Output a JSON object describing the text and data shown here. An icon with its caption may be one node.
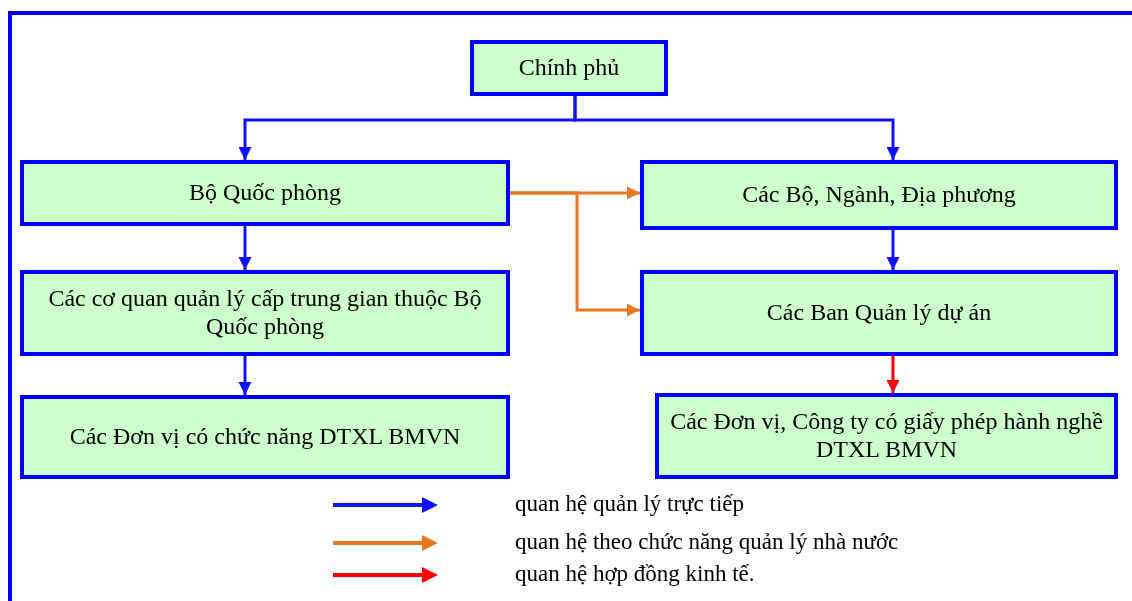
{
  "diagram": {
    "nodes": [
      {
        "text": [
          "Chính phủ"
        ]
      },
      {
        "text": [
          "Bộ Quốc phòng"
        ]
      },
      {
        "text": [
          "Các Bộ, Ngành, Địa phương"
        ]
      },
      {
        "text": [
          "Các cơ quan quản lý cấp trung gian thuộc Bộ Quốc phòng"
        ]
      },
      {
        "text": [
          "Các Ban Quản lý dự án"
        ]
      },
      {
        "text": [
          "Các Đơn vị có chức  năng DTXL BMVN"
        ]
      },
      {
        "text": [
          "Các Đơn vị, Công ty có giấy phép hành nghề DTXL BMVN"
        ]
      }
    ],
    "edges": [
      {
        "from": 0,
        "to": 1,
        "arrow": "to"
      },
      {
        "from": 0,
        "to": 2,
        "arrow": "to"
      },
      {
        "from": 1,
        "to": 2,
        "arrow": "to",
        "color": "#e87722"
      },
      {
        "from": 1,
        "to": 4,
        "arrow": "to",
        "color": "#e87722"
      },
      {
        "from": 1,
        "to": 3,
        "arrow": "to"
      },
      {
        "from": 3,
        "to": 5,
        "arrow": "to"
      },
      {
        "from": 2,
        "to": 4,
        "arrow": "to"
      },
      {
        "from": 4,
        "to": 6,
        "arrow": "to",
        "color": "#ff0000"
      }
    ],
    "legend": [
      {
        "text": "quan hệ quản lý trực tiếp"
      },
      {
        "text": "quan hệ theo chức năng quản lý nhà nước"
      },
      {
        "text": "quan hệ hợp đồng kinh tế."
      }
    ]
  }
}
